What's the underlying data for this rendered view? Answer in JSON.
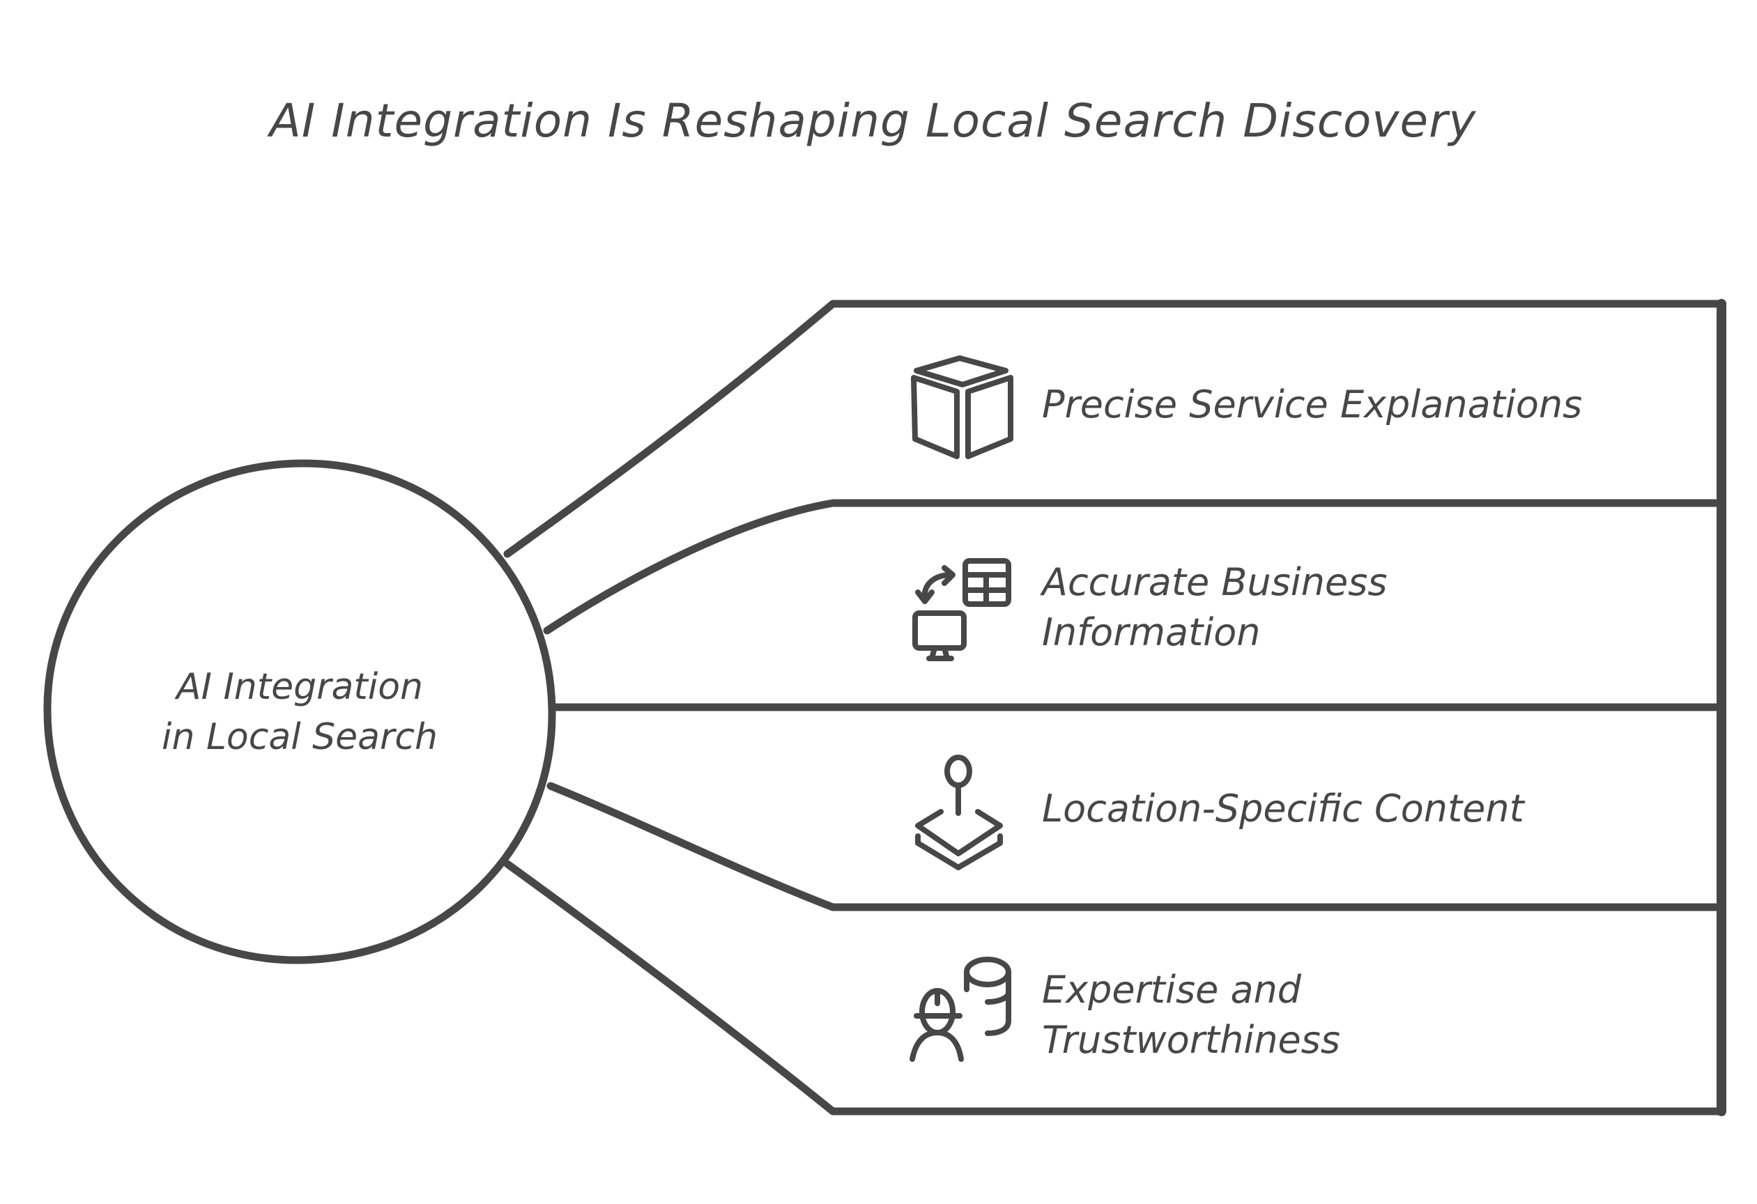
{
  "diagram": {
    "title": "AI Integration Is Reshaping Local Search Discovery",
    "hub": {
      "label_line1": "AI Integration",
      "label_line2": "in Local Search"
    },
    "items": [
      {
        "icon": "cube-icon",
        "label_line1": "Precise Service Explanations",
        "label_line2": ""
      },
      {
        "icon": "data-sync-monitor-icon",
        "label_line1": "Accurate Business",
        "label_line2": "Information"
      },
      {
        "icon": "location-pin-layers-icon",
        "label_line1": "Location-Specific Content",
        "label_line2": ""
      },
      {
        "icon": "expert-database-icon",
        "label_line1": "Expertise and",
        "label_line2": "Trustworthiness"
      }
    ],
    "colors": {
      "stroke": "#474747",
      "background": "#ffffff"
    }
  }
}
